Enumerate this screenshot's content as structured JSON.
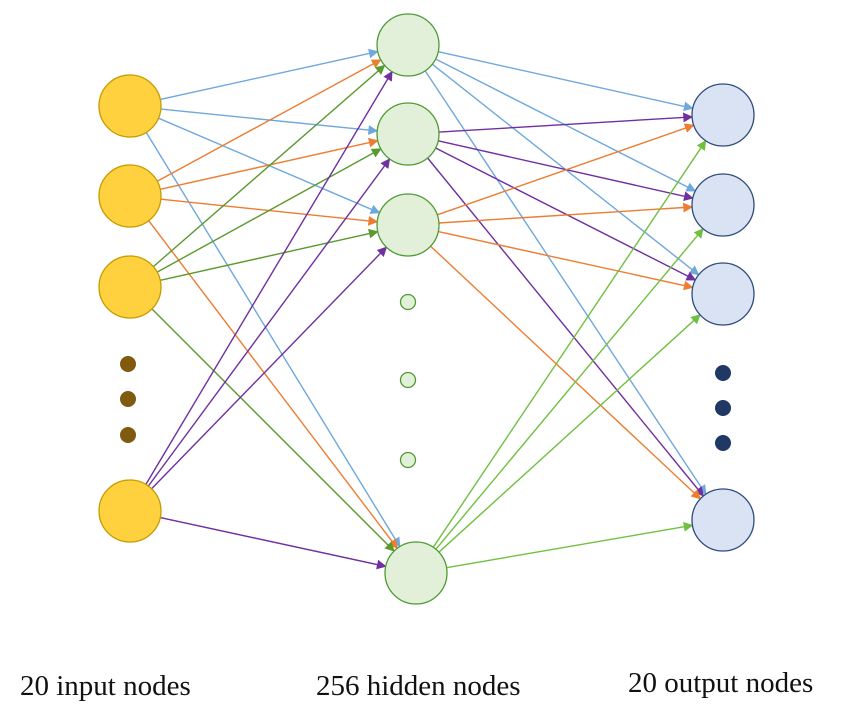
{
  "layers": {
    "input": {
      "label": "20 input nodes",
      "fill": "#FFD13F",
      "stroke": "#C79A00",
      "ellipsis_color": "#7F5A0F"
    },
    "hidden": {
      "label": "256 hidden nodes",
      "fill": "#E2F0D9",
      "stroke": "#4E9A34",
      "ellipsis_fill": "#E2F0D9"
    },
    "output": {
      "label": "20 output nodes",
      "fill": "#DAE3F3",
      "stroke": "#2F4B7C",
      "ellipsis_color": "#1F3864"
    }
  },
  "connection_colors": {
    "blue": "#6FA8DC",
    "orange": "#ED7D31",
    "green": "#5B9A2E",
    "purple": "#7030A0",
    "light_green": "#70C040"
  }
}
